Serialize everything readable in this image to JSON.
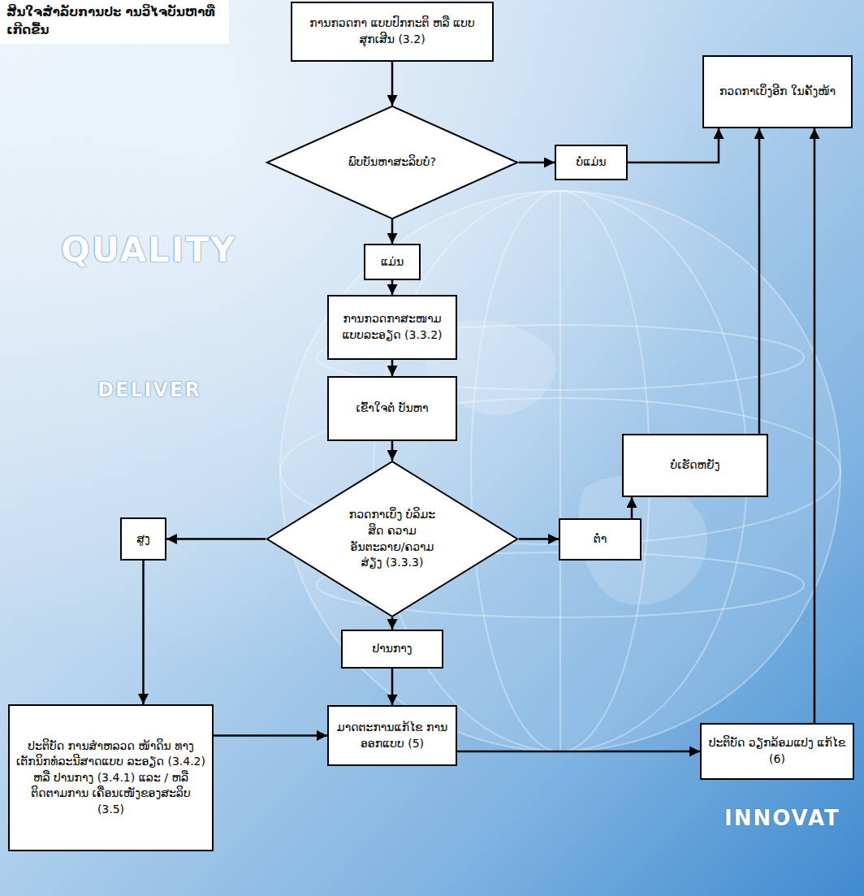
{
  "diagram": {
    "title": "ສິນໃຈສຳລັບການປະ ານວິໄຈບັນຫາທີ່ເກີດຂື້ນ",
    "nodes": [
      {
        "text": [
          "ການກວດກາ ແບບປົກກະຕິ ຫລື ແບບສຸກເສີນ (3.2)"
        ]
      },
      {
        "text": [
          "ພົບບັນຫາສະລິບບໍ່?"
        ]
      },
      {
        "text": [
          "ບໍ່ແມ່ນ"
        ]
      },
      {
        "text": [
          "ກວດກາເບິ່ງອີກ ໃນຄັ້ງໜ້າ"
        ]
      },
      {
        "text": [
          "ແມ່ນ"
        ]
      },
      {
        "text": [
          "ການກວດກາສະໜາມ ແບບລະອຽດ (3.3.2)"
        ]
      },
      {
        "text": [
          "ເຂົ້າໃຈຕໍ່ ບັນຫາ"
        ]
      },
      {
        "text": [
          "ກວດກາເບິ່ງ ບໍລິມະສິດ ຄວາມ ອັນຕະລາຍ/ຄວາມສ່ຽງ (3.3.3)"
        ]
      },
      {
        "text": [
          "ບໍ່ເຮັດຫຍັງ"
        ]
      },
      {
        "text": [
          "ຕ່ຳ"
        ]
      },
      {
        "text": [
          "ສູງ"
        ]
      },
      {
        "text": [
          "ປານກາງ"
        ]
      },
      {
        "text": [
          "ປະຕິບັດ ການສຳຫລວດ ໜ້າດິນ ທາງເຕັກນິກທໍລະນີສາດແບບ ລະອຽດ (3.4.2) ຫລື ປານກາງ (3.4.1) ແລະ / ຫລື ຕິດຕາມການ ເຄື່ອນເໜັງຂອງສະລິບ (3.5)"
        ]
      },
      {
        "text": [
          "ມາດຕະການແກ້ໄຂ ການອອກແບບ (5)"
        ]
      },
      {
        "text": [
          "ປະຕິບັດ ວຽກລ້ອມແປງ ແກ້ໄຂ (6)"
        ]
      }
    ],
    "edges": [
      {
        "from": 0,
        "to": 1,
        "arrow": "to"
      },
      {
        "from": 1,
        "to": 2,
        "arrow": "to"
      },
      {
        "from": 2,
        "to": 3,
        "arrow": "to"
      },
      {
        "from": 1,
        "to": 4,
        "arrow": "to"
      },
      {
        "from": 4,
        "to": 5,
        "arrow": "to"
      },
      {
        "from": 5,
        "to": 6,
        "arrow": "to"
      },
      {
        "from": 6,
        "to": 7,
        "arrow": "to"
      },
      {
        "from": 7,
        "to": 10,
        "arrow": "to"
      },
      {
        "from": 7,
        "to": 9,
        "arrow": "to"
      },
      {
        "from": 7,
        "to": 11,
        "arrow": "to"
      },
      {
        "from": 9,
        "to": 8,
        "arrow": "to"
      },
      {
        "from": 8,
        "to": 3,
        "arrow": "to"
      },
      {
        "from": 10,
        "to": 12,
        "arrow": "to"
      },
      {
        "from": 12,
        "to": 13,
        "arrow": "to"
      },
      {
        "from": 11,
        "to": 13,
        "arrow": "to"
      },
      {
        "from": 13,
        "to": 14,
        "arrow": "to"
      },
      {
        "from": 14,
        "to": 3,
        "arrow": "to"
      }
    ],
    "labels": [
      "QUALITY",
      "DELIVER",
      "INNOVAT"
    ]
  }
}
